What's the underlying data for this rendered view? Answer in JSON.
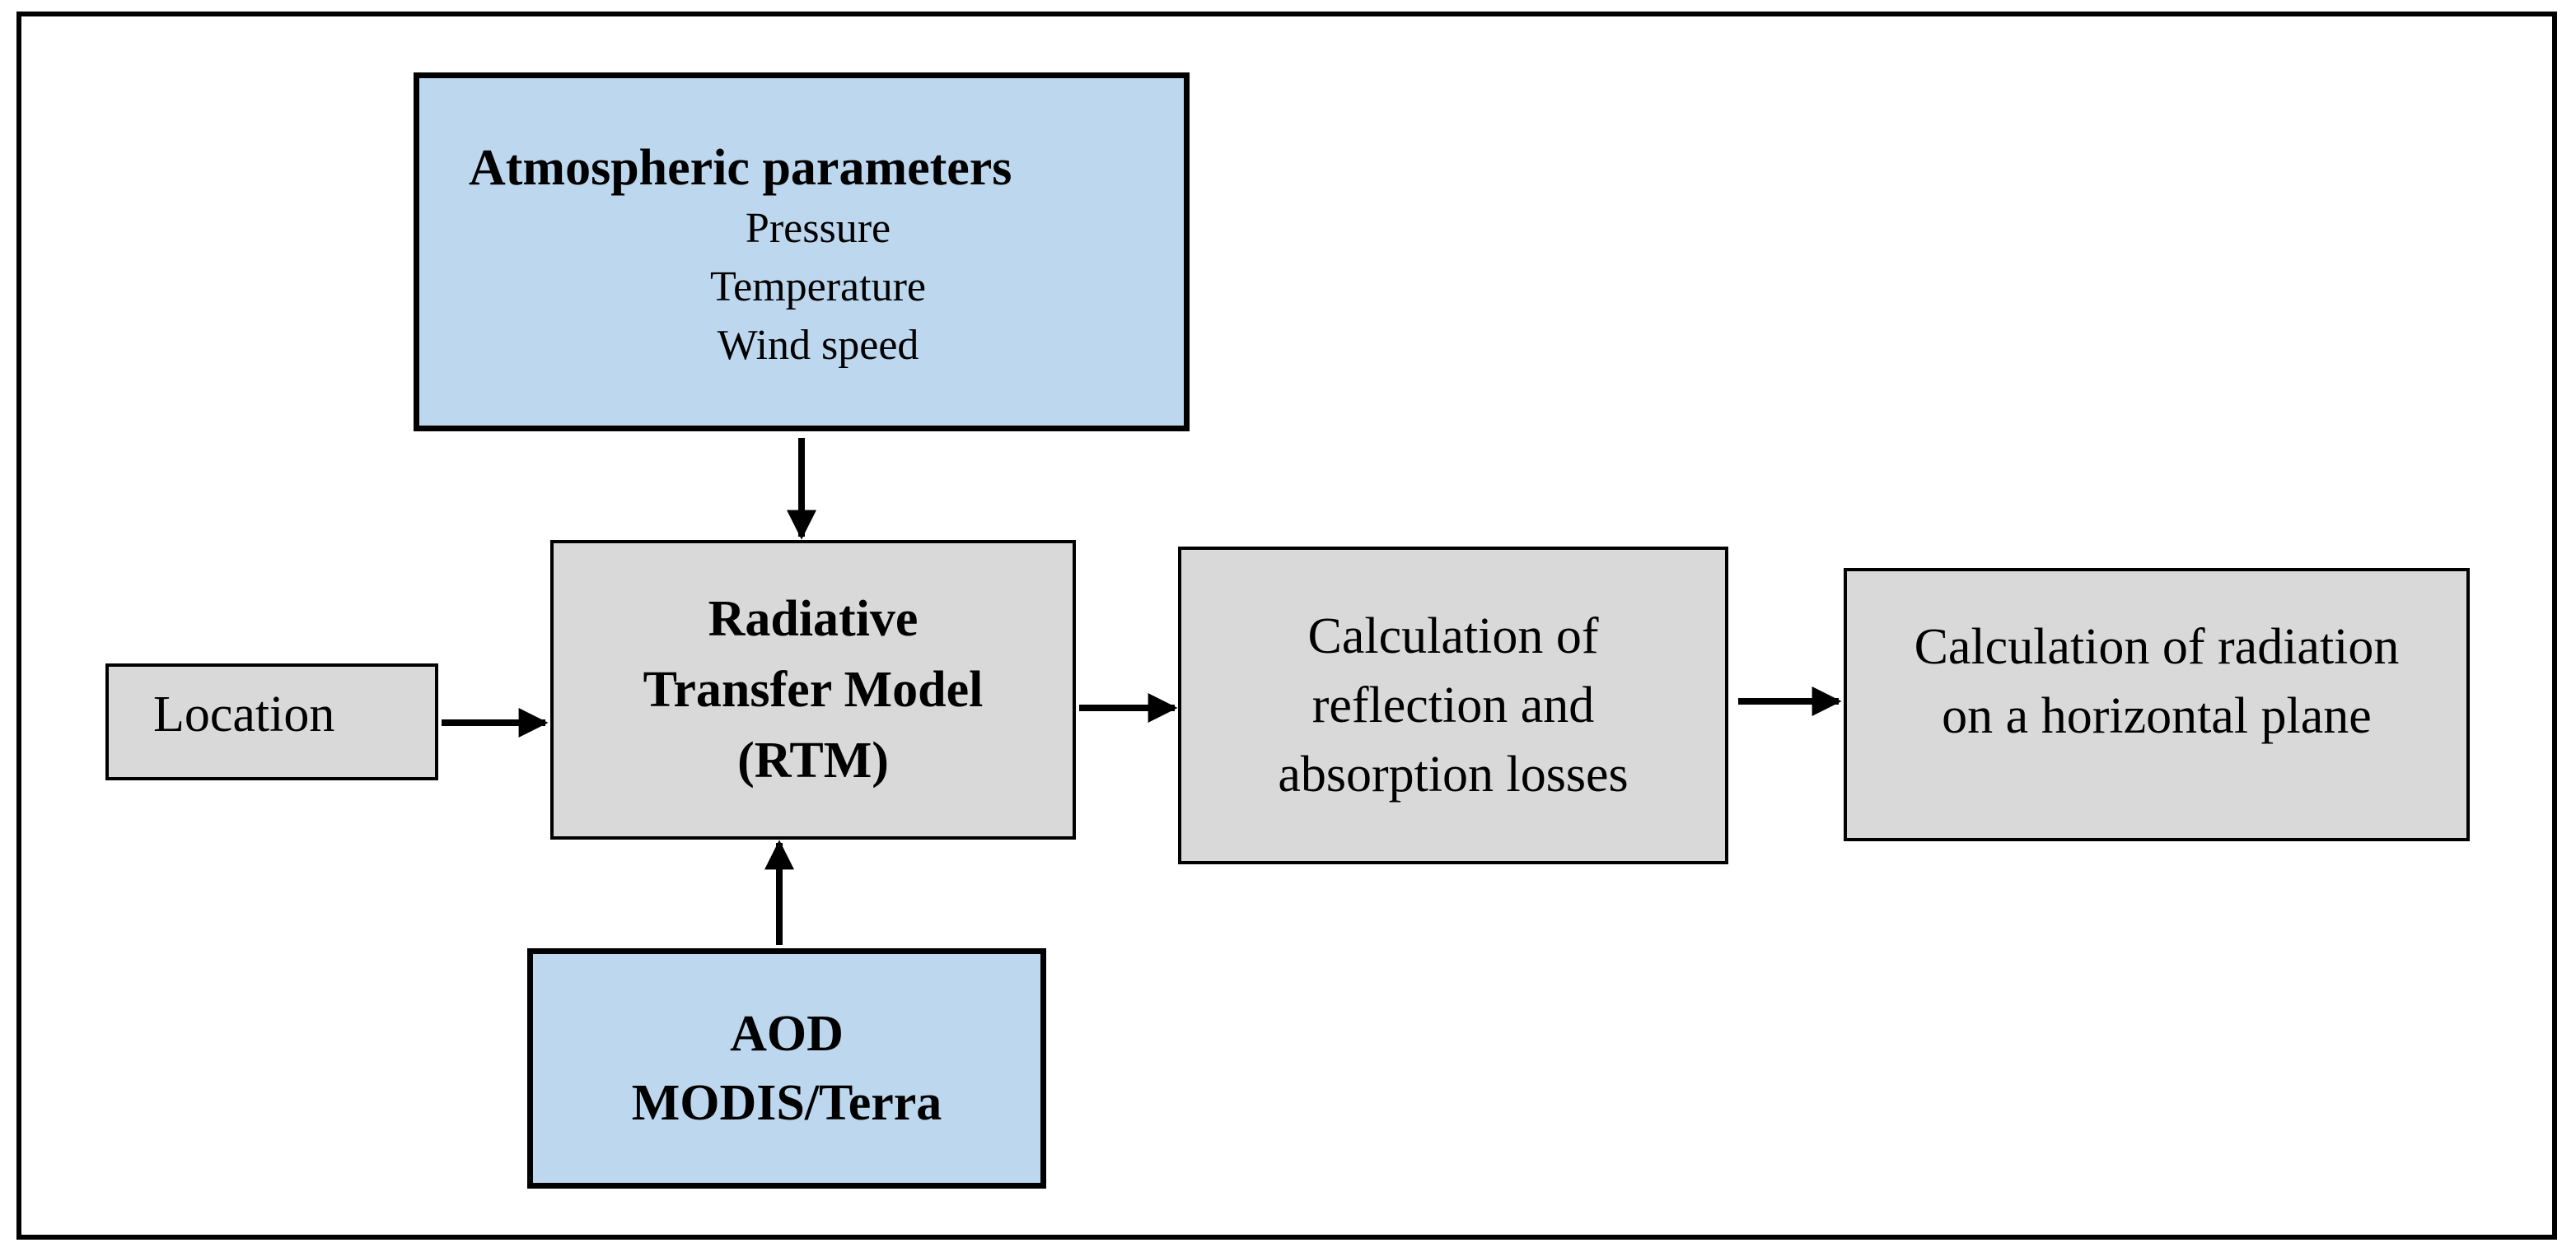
{
  "atmospheric": {
    "title": "Atmospheric parameters",
    "items": [
      "Pressure",
      "Temperature",
      "Wind speed"
    ]
  },
  "rtm": {
    "lines": [
      "Radiative",
      "Transfer Model",
      "(RTM)"
    ]
  },
  "aod": {
    "lines": [
      "AOD",
      "MODIS/Terra"
    ]
  },
  "location": {
    "label": "Location"
  },
  "losses": {
    "lines": [
      "Calculation of",
      "reflection and",
      "absorption losses"
    ]
  },
  "horizontal": {
    "lines": [
      "Calculation of radiation",
      "on a horizontal plane"
    ]
  },
  "colors": {
    "input_box_fill": "#bdd7ee",
    "process_box_fill": "#d9d9d9",
    "stroke": "#000000"
  }
}
